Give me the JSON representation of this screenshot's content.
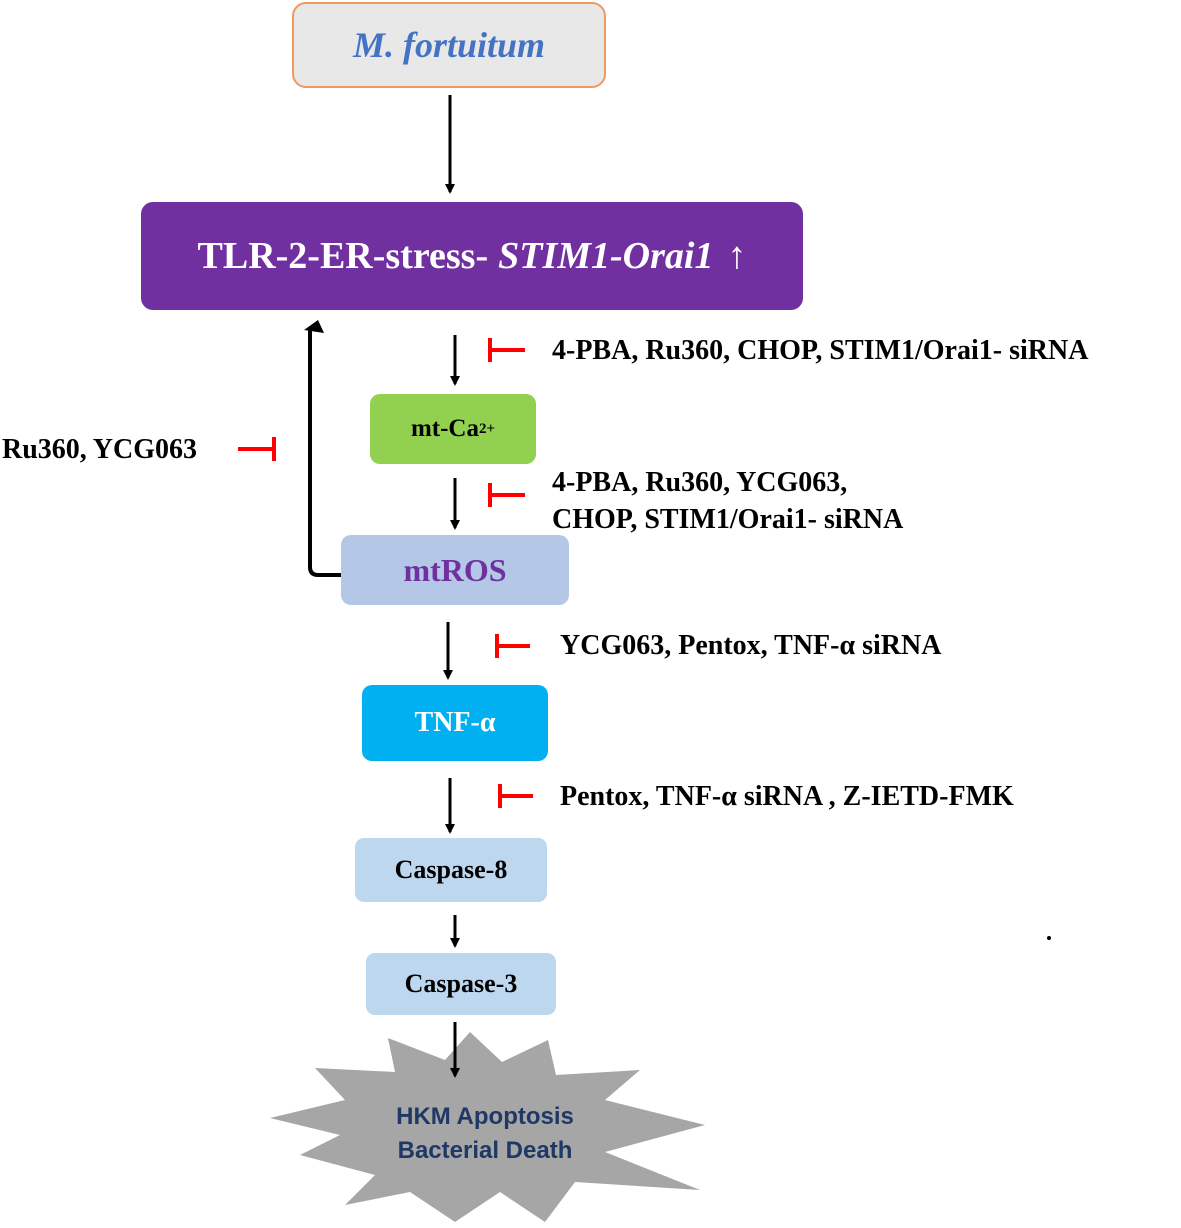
{
  "nodes": {
    "m_fortuitum": "M. fortuitum",
    "tlr": {
      "prefix": "TLR-2-ER-stress-",
      "italic": "STIM1-Orai1",
      "up_arrow": "↑"
    },
    "mt_ca": {
      "base": "mt-Ca",
      "sup": "2+"
    },
    "mtros": "mtROS",
    "tnf": "TNF-α",
    "caspase8": "Caspase-8",
    "caspase3": "Caspase-3",
    "outcome": {
      "line1": "HKM Apoptosis",
      "line2": "Bacterial Death"
    }
  },
  "inhibitors": {
    "tlr_to_ca": "4-PBA, Ru360, CHOP, STIM1/Orai1- siRNA",
    "ca_to_ros_line1": "4-PBA, Ru360, YCG063,",
    "ca_to_ros_line2": "CHOP, STIM1/Orai1- siRNA",
    "feedback": "Ru360, YCG063",
    "ros_to_tnf": "YCG063, Pentox, TNF-α siRNA",
    "tnf_to_casp8": "Pentox, TNF-α siRNA , Z-IETD-FMK"
  },
  "colors": {
    "tlr_box": "#7030a0",
    "mt_ca_box": "#92d050",
    "mtros_box": "#b4c7e7",
    "tnf_box": "#00b0f0",
    "caspase_box": "#bdd7ee",
    "inhibitor": "#ff0000",
    "burst": "#a6a6a6"
  }
}
